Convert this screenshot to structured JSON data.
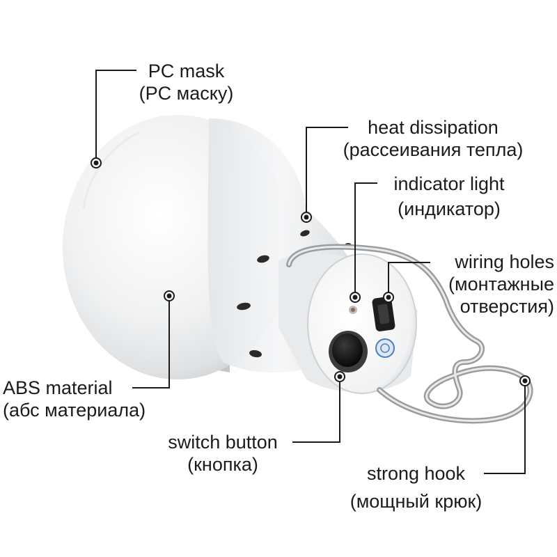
{
  "colors": {
    "background": "#ffffff",
    "text": "#1b1b1b",
    "leader_line": "#1a1a1a",
    "bulb_body": "#f4f5f6",
    "hook_metal": "#c8c8c8"
  },
  "labels": {
    "pc_mask": {
      "en": "PC mask",
      "ru": "(PC маску)"
    },
    "heat_dissipation": {
      "en": "heat dissipation",
      "ru": "(рассеивания тепла)"
    },
    "indicator_light": {
      "en": "indicator light",
      "ru": "(индикатор)"
    },
    "wiring_holes": {
      "en": "wiring holes",
      "ru": "(монтажные",
      "ru2": "отверстия)"
    },
    "abs_material": {
      "en": "ABS material",
      "ru": "(абс материала)"
    },
    "switch_button": {
      "en": "switch button",
      "ru": "(кнопка)"
    },
    "strong_hook": {
      "en": "strong hook",
      "ru": "(мощный крюк)"
    }
  },
  "icons": {
    "product": "solar-led-bulb-icon",
    "callout_marker": "callout-dot-icon"
  }
}
